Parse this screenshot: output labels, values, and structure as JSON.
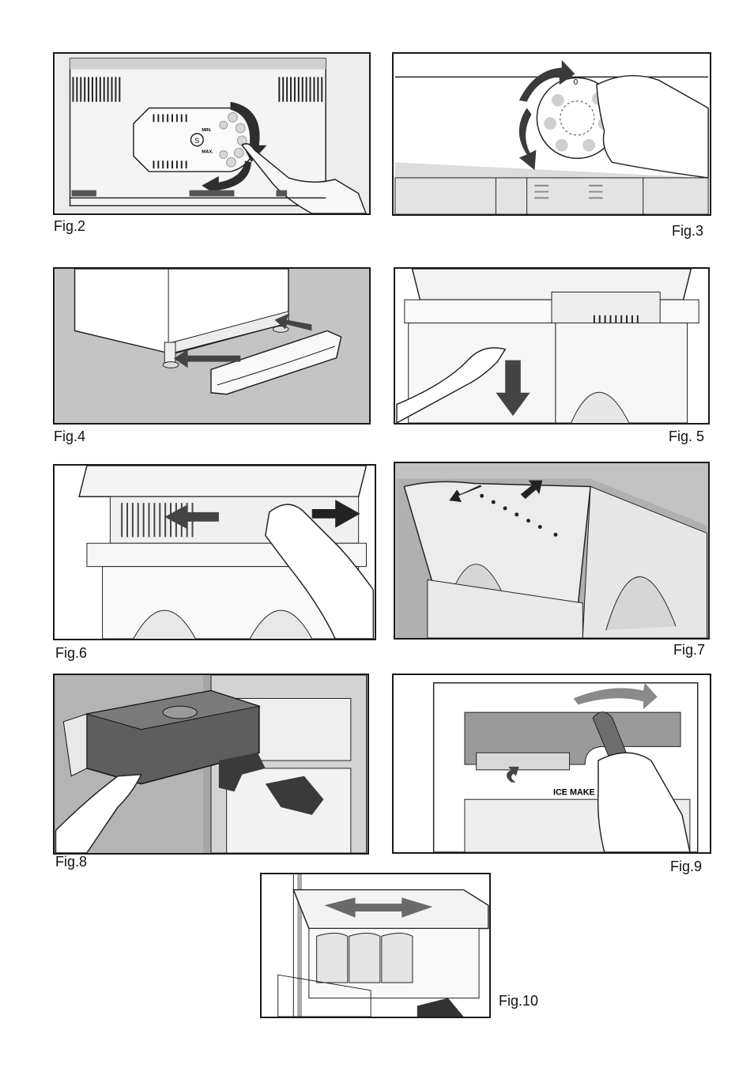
{
  "figures": [
    {
      "id": "fig2",
      "caption": "Fig.2",
      "dial_labels": [
        "MIN.",
        "MAX."
      ],
      "dial_center": "S"
    },
    {
      "id": "fig3",
      "caption": "Fig.3",
      "dial_marker": "0"
    },
    {
      "id": "fig4",
      "caption": "Fig.4"
    },
    {
      "id": "fig5",
      "caption": "Fig. 5"
    },
    {
      "id": "fig6",
      "caption": "Fig.6"
    },
    {
      "id": "fig7",
      "caption": "Fig.7"
    },
    {
      "id": "fig8",
      "caption": "Fig.8"
    },
    {
      "id": "fig9",
      "caption": "Fig.9",
      "panel_label": "ICE MAKE"
    },
    {
      "id": "fig10",
      "caption": "Fig.10"
    }
  ],
  "colors": {
    "line": "#1a1a1a",
    "arrow_dark": "#2e2e2e",
    "panel_gray": "#9a9a9a",
    "light_gray": "#d9d9d9"
  }
}
